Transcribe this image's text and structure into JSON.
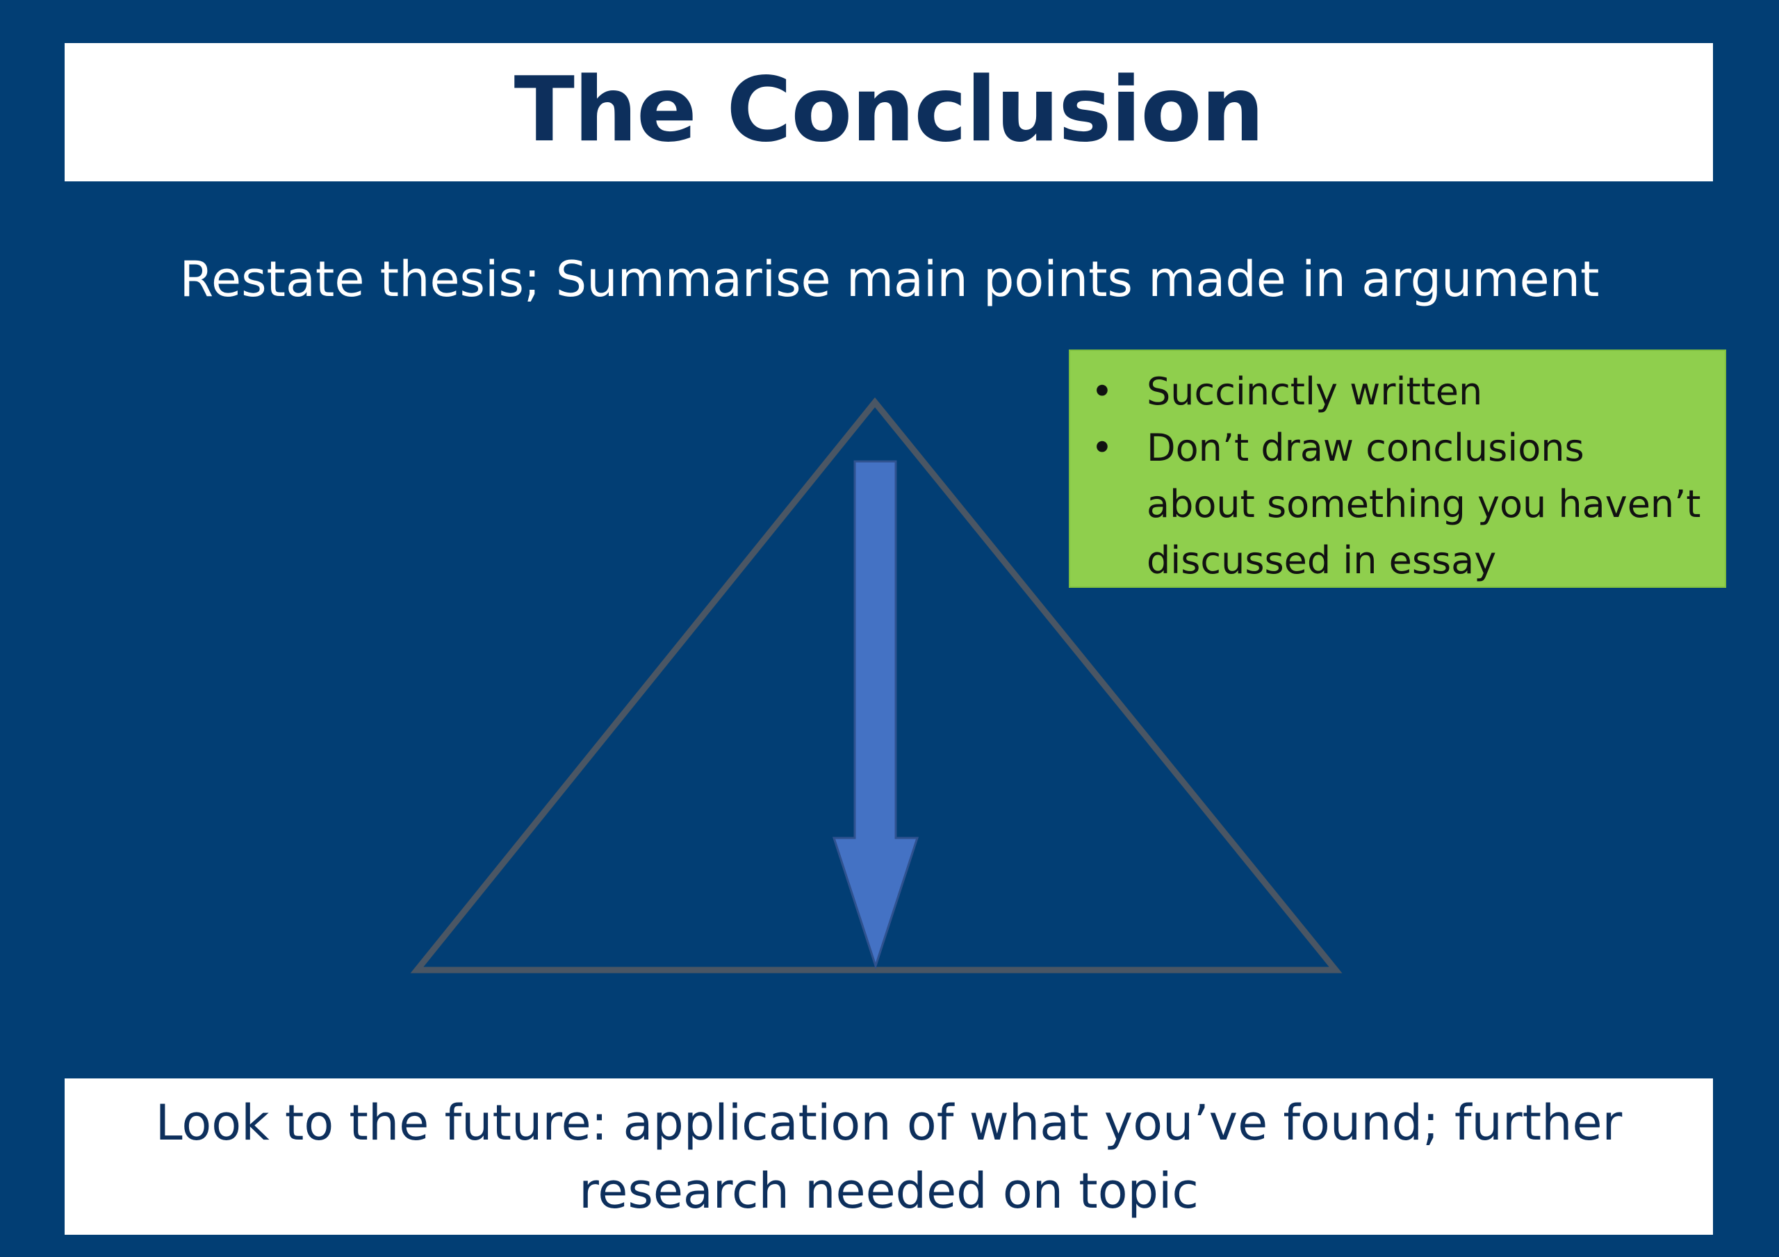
{
  "slide": {
    "title": "The Conclusion",
    "subtitle": "Restate thesis; Summarise main points made in argument",
    "notes": [
      "Succinctly written",
      "Don’t draw conclusions about something you haven’t discussed in essay"
    ],
    "bullet_symbol": "•",
    "footer": "Look to the future: application of what you’ve found; further research needed on topic"
  },
  "colors": {
    "background": "#023e74",
    "title_text": "#0d2f5c",
    "note_box": "#8fcf4d",
    "triangle_stroke": "#4a5664",
    "arrow_fill": "#4472c4"
  },
  "icons": {
    "triangle": "triangle-outline-icon",
    "arrow": "down-arrow-icon"
  }
}
